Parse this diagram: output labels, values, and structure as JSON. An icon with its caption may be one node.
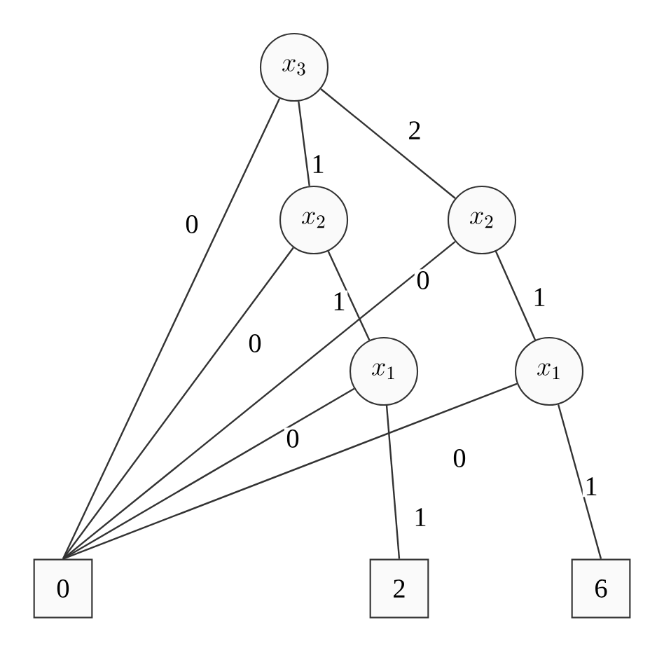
{
  "diagram": {
    "nodes": [
      {
        "text": [
          "x_{3}"
        ]
      },
      {
        "text": [
          "x_{2}"
        ]
      },
      {
        "text": [
          "x_{2}"
        ]
      },
      {
        "text": [
          "x_{1}"
        ]
      },
      {
        "text": [
          "x_{1}"
        ]
      },
      {
        "text": [
          "0"
        ]
      },
      {
        "text": [
          "2"
        ]
      },
      {
        "text": [
          "6"
        ]
      }
    ],
    "edges": [
      {
        "from": 0,
        "to": 5,
        "arrow": "none",
        "label": "0"
      },
      {
        "from": 0,
        "to": 1,
        "arrow": "none",
        "label": "1"
      },
      {
        "from": 0,
        "to": 2,
        "arrow": "none",
        "label": "2"
      },
      {
        "from": 1,
        "to": 5,
        "arrow": "none",
        "label": "0"
      },
      {
        "from": 1,
        "to": 3,
        "arrow": "none",
        "label": "1"
      },
      {
        "from": 2,
        "to": 5,
        "arrow": "none",
        "label": "0"
      },
      {
        "from": 2,
        "to": 4,
        "arrow": "none",
        "label": "1"
      },
      {
        "from": 3,
        "to": 5,
        "arrow": "none",
        "label": "0"
      },
      {
        "from": 3,
        "to": 6,
        "arrow": "none",
        "label": "1"
      },
      {
        "from": 4,
        "to": 5,
        "arrow": "none",
        "label": "0"
      },
      {
        "from": 4,
        "to": 7,
        "arrow": "none",
        "label": "1"
      }
    ]
  }
}
